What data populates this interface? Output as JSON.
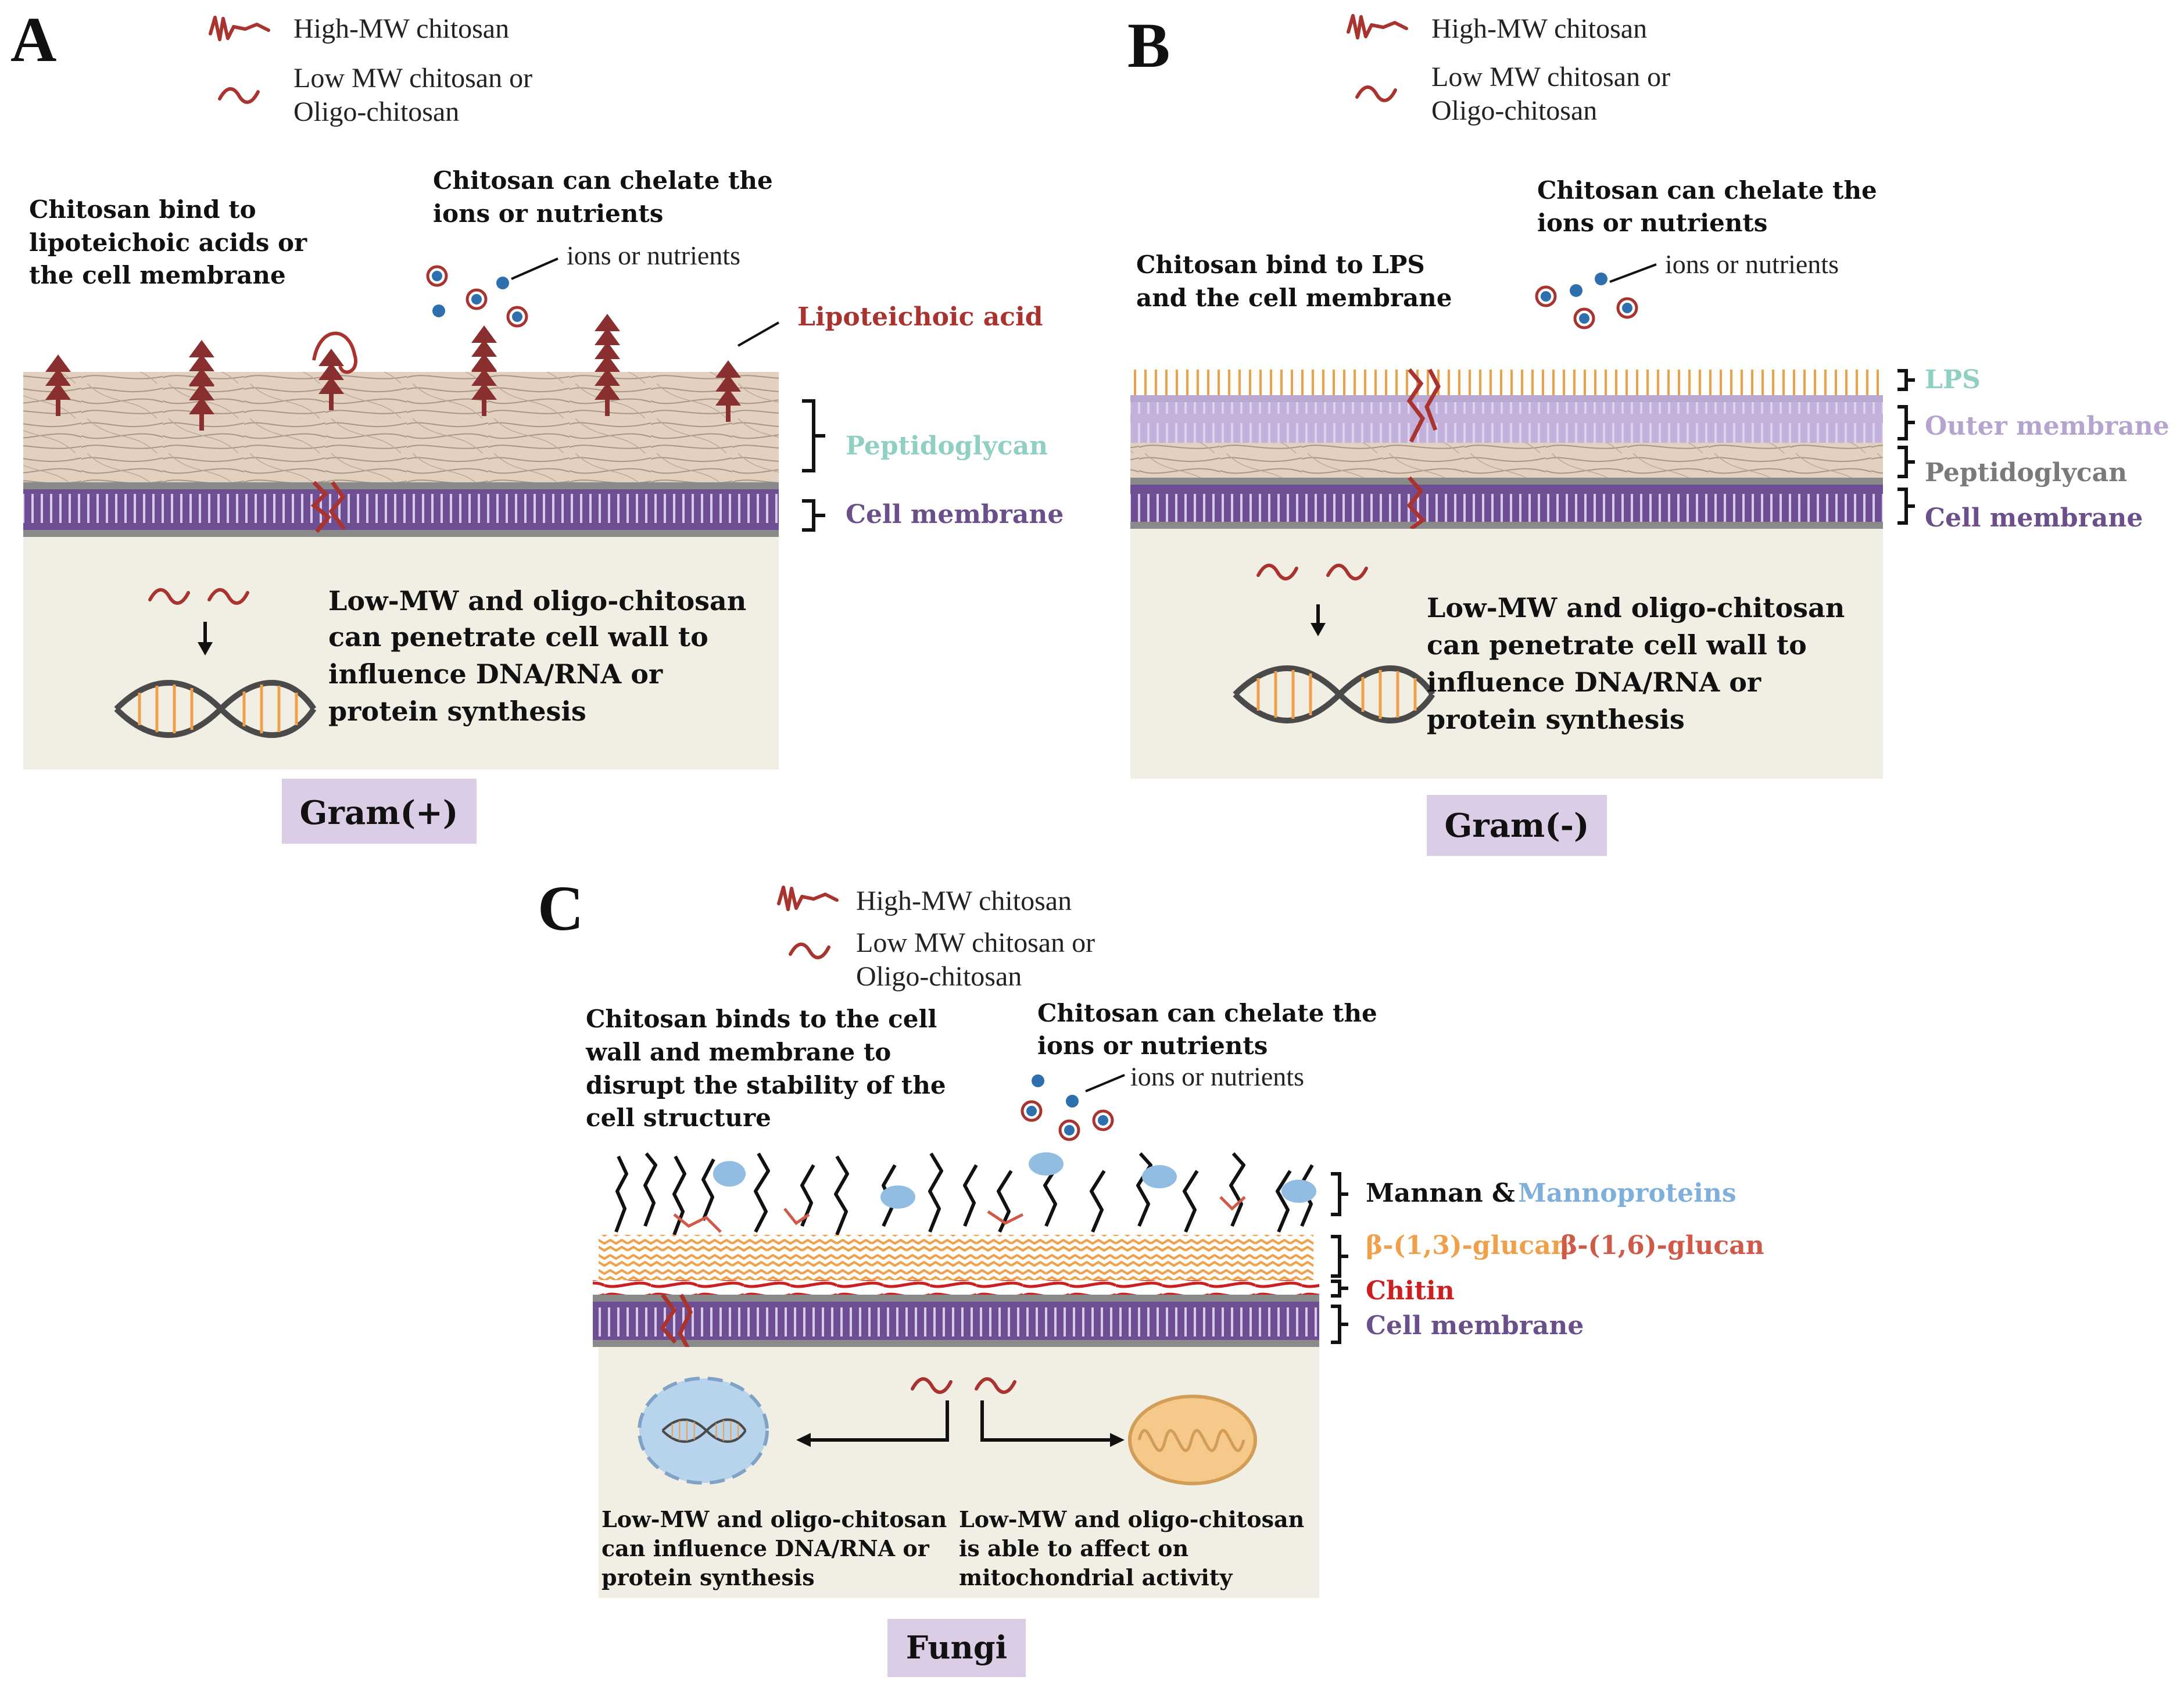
{
  "colors": {
    "chitosan": "#a8332f",
    "peptidoglycan_label": "#8fcfc4",
    "lps_label": "#8fcfc4",
    "outer_membrane_label": "#b6a4cf",
    "peptidoglycan_gray_label": "#7a7a7a",
    "cell_membrane_label": "#6b4f8a",
    "lipoteichoic_label": "#a8332f",
    "mannoproteins_label": "#7fb0db",
    "b13_label": "#f0a04a",
    "b16_label": "#cf5a4a",
    "chitin_label": "#cc2020",
    "membrane": "#6e4f93",
    "cytoplasm": "#f1eee3",
    "tag_bg": "#dccde6"
  },
  "panelA": {
    "letter": "A",
    "legend_high": "High-MW chitosan",
    "legend_low1": "Low MW chitosan or",
    "legend_low2": "Oligo-chitosan",
    "bind1": "Chitosan bind to",
    "bind2": "lipoteichoic acids or",
    "bind3": "the cell membrane",
    "chelate1": "Chitosan can chelate the",
    "chelate2": "ions or nutrients",
    "ions": "ions or nutrients",
    "lta": "Lipoteichoic acid",
    "pg": "Peptidoglycan",
    "cm": "Cell membrane",
    "pen1": "Low-MW and oligo-chitosan",
    "pen2": "can penetrate cell wall to",
    "pen3": "influence DNA/RNA or",
    "pen4": "protein synthesis",
    "tag": "Gram(+)"
  },
  "panelB": {
    "letter": "B",
    "legend_high": "High-MW chitosan",
    "legend_low1": "Low MW chitosan or",
    "legend_low2": "Oligo-chitosan",
    "bind1": "Chitosan bind to LPS",
    "bind2": "and the cell membrane",
    "chelate1": "Chitosan can chelate the",
    "chelate2": "ions or nutrients",
    "ions": "ions or nutrients",
    "lps": "LPS",
    "om": "Outer membrane",
    "pg": "Peptidoglycan",
    "cm": "Cell membrane",
    "pen1": "Low-MW and oligo-chitosan",
    "pen2": "can penetrate cell wall to",
    "pen3": "influence DNA/RNA or",
    "pen4": "protein synthesis",
    "tag": "Gram(-)"
  },
  "panelC": {
    "letter": "C",
    "legend_high": "High-MW chitosan",
    "legend_low1": "Low MW chitosan or",
    "legend_low2": "Oligo-chitosan",
    "bind1": "Chitosan binds to the cell",
    "bind2": "wall and membrane to",
    "bind3": "disrupt the stability of the",
    "bind4": "cell structure",
    "chelate1": "Chitosan can chelate the",
    "chelate2": "ions or nutrients",
    "ions": "ions or nutrients",
    "mannan": "Mannan &",
    "mannoproteins": "Mannoproteins",
    "b13": "β-(1,3)-glucan",
    "b16": "β-(1,6)-glucan",
    "chitin": "Chitin",
    "cm": "Cell membrane",
    "dna1": "Low-MW and oligo-chitosan",
    "dna2": "can influence DNA/RNA or",
    "dna3": "protein synthesis",
    "mito1": "Low-MW and oligo-chitosan",
    "mito2": "is able to affect on",
    "mito3": "mitochondrial activity",
    "tag": "Fungi"
  }
}
